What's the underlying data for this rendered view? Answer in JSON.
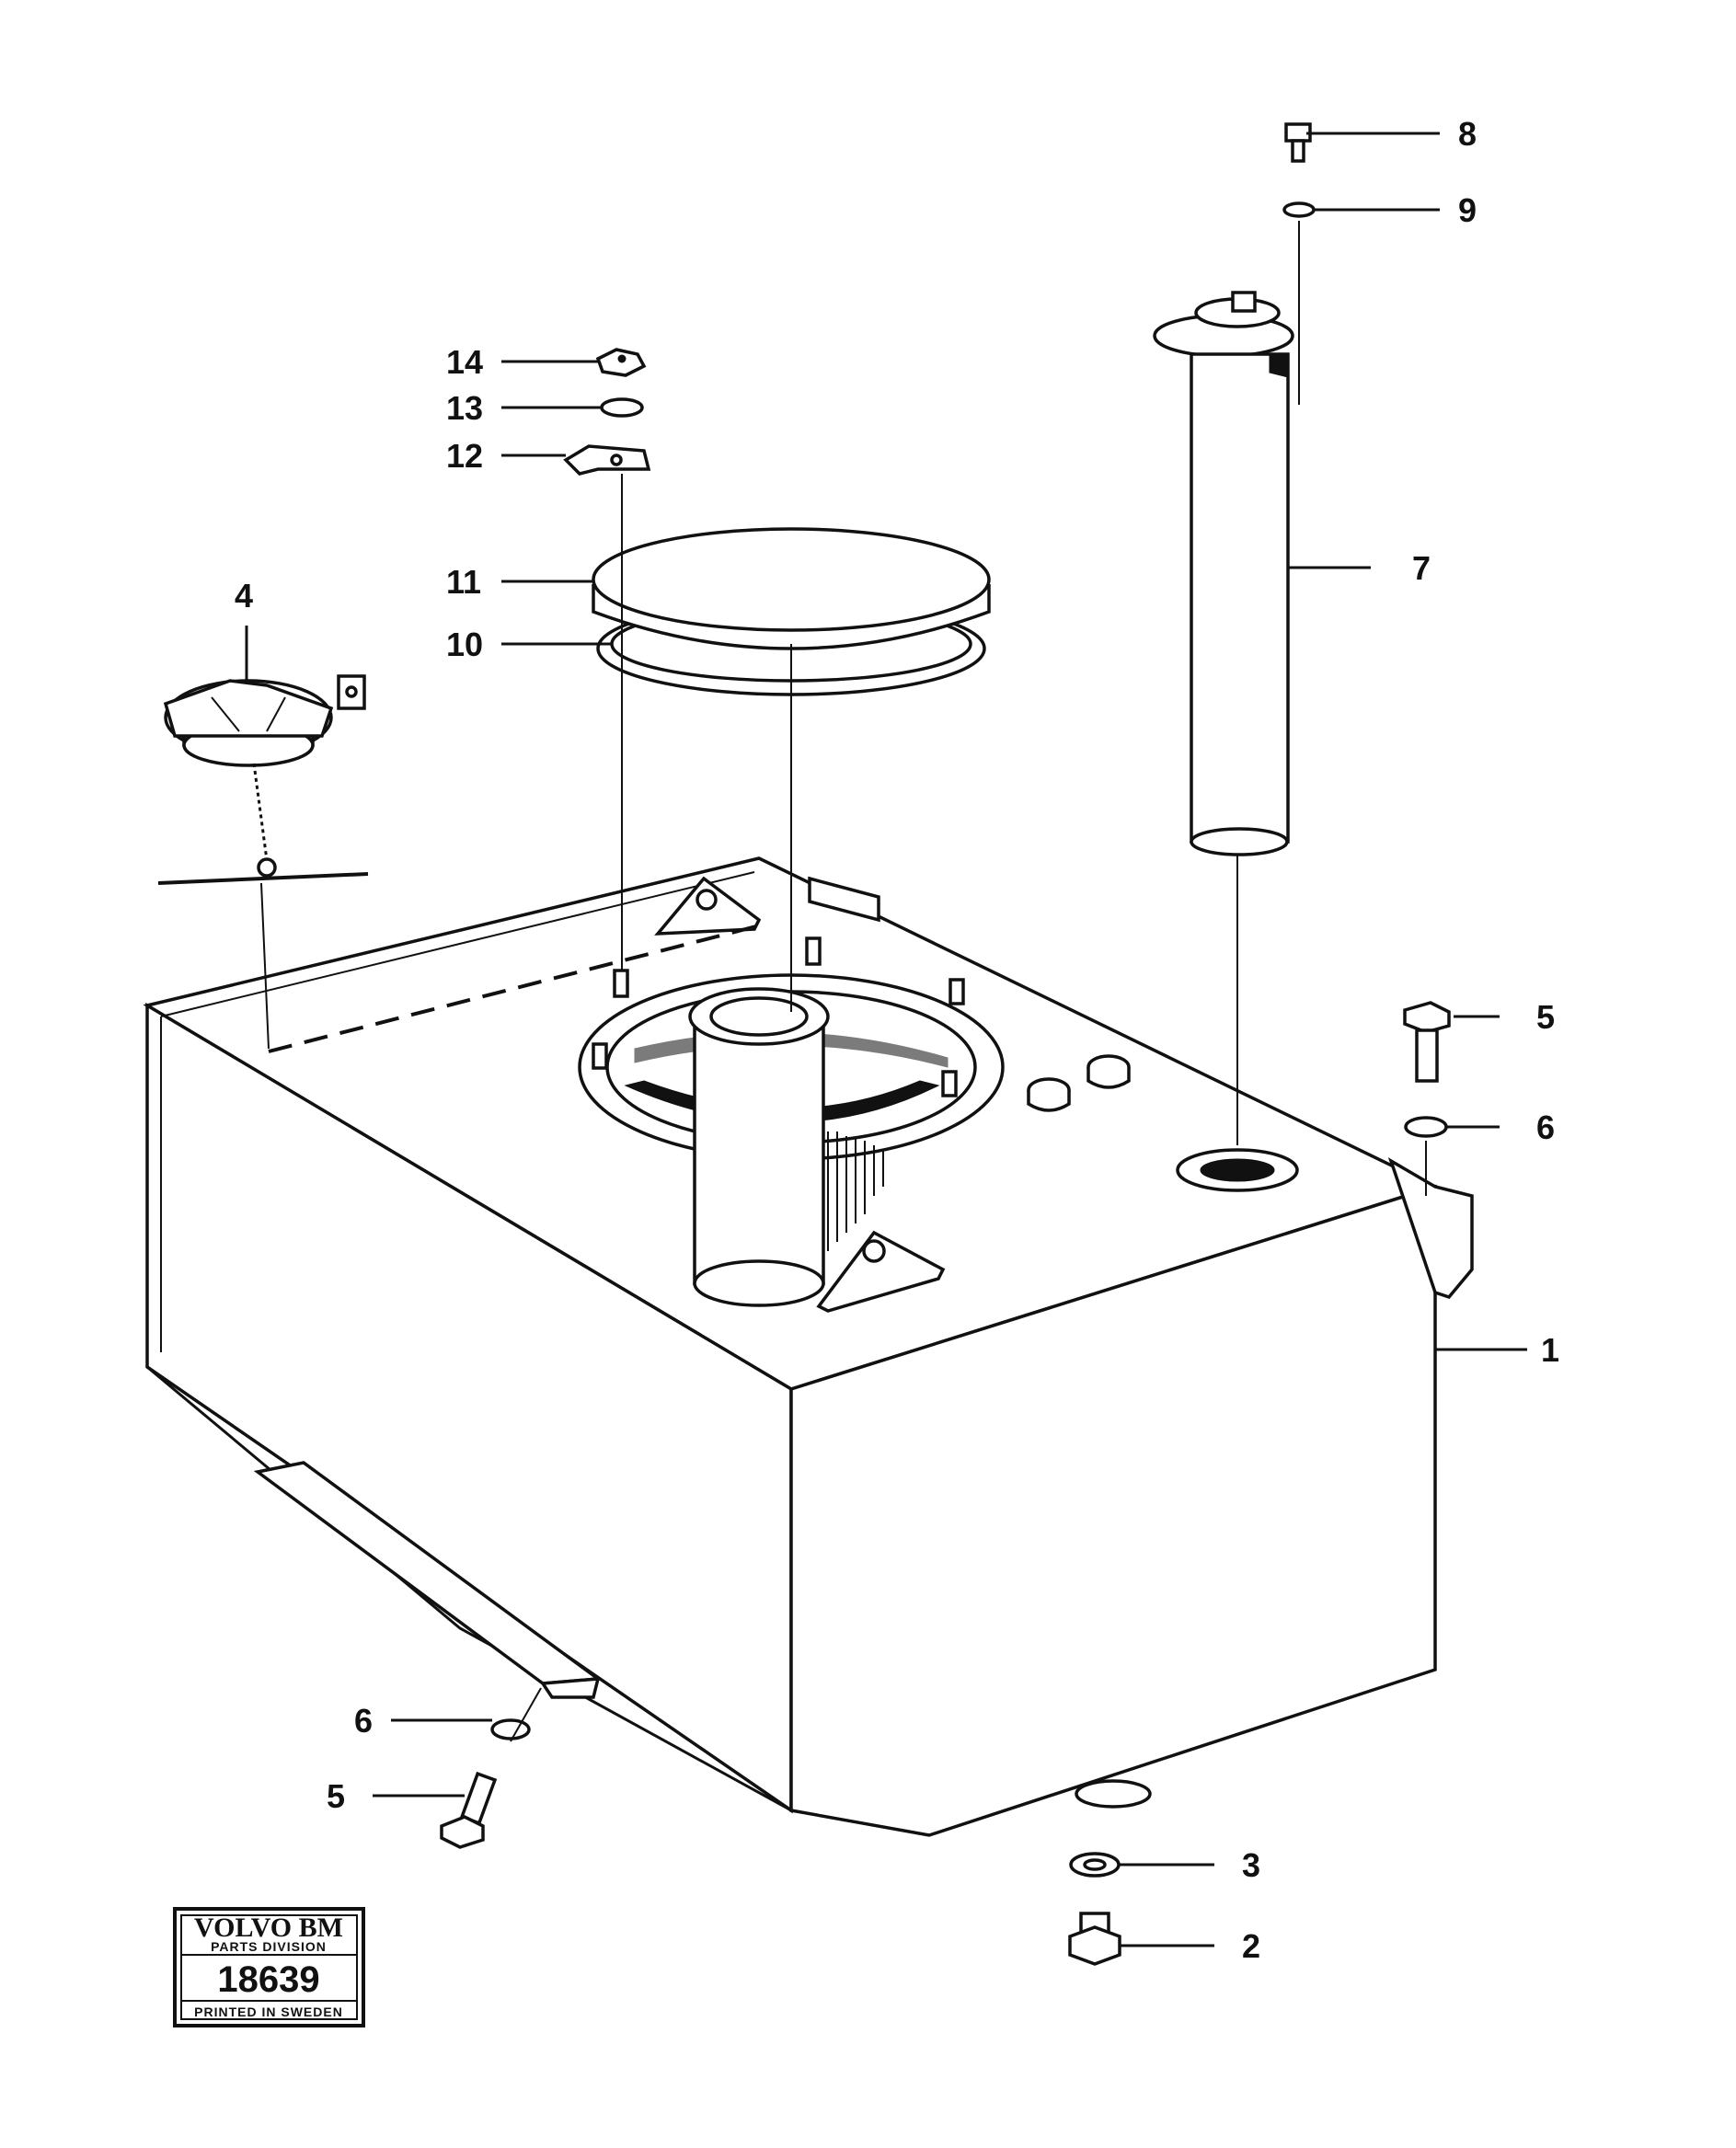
{
  "callouts": {
    "c1": "1",
    "c2": "2",
    "c3": "3",
    "c4": "4",
    "c5a": "5",
    "c5b": "5",
    "c6a": "6",
    "c6b": "6",
    "c7": "7",
    "c8": "8",
    "c9": "9",
    "c10": "10",
    "c11": "11",
    "c12": "12",
    "c13": "13",
    "c14": "14"
  },
  "stamp": {
    "brand": "VOLVO BM",
    "division": "PARTS DIVISION",
    "number": "18639",
    "printed": "PRINTED IN SWEDEN"
  }
}
